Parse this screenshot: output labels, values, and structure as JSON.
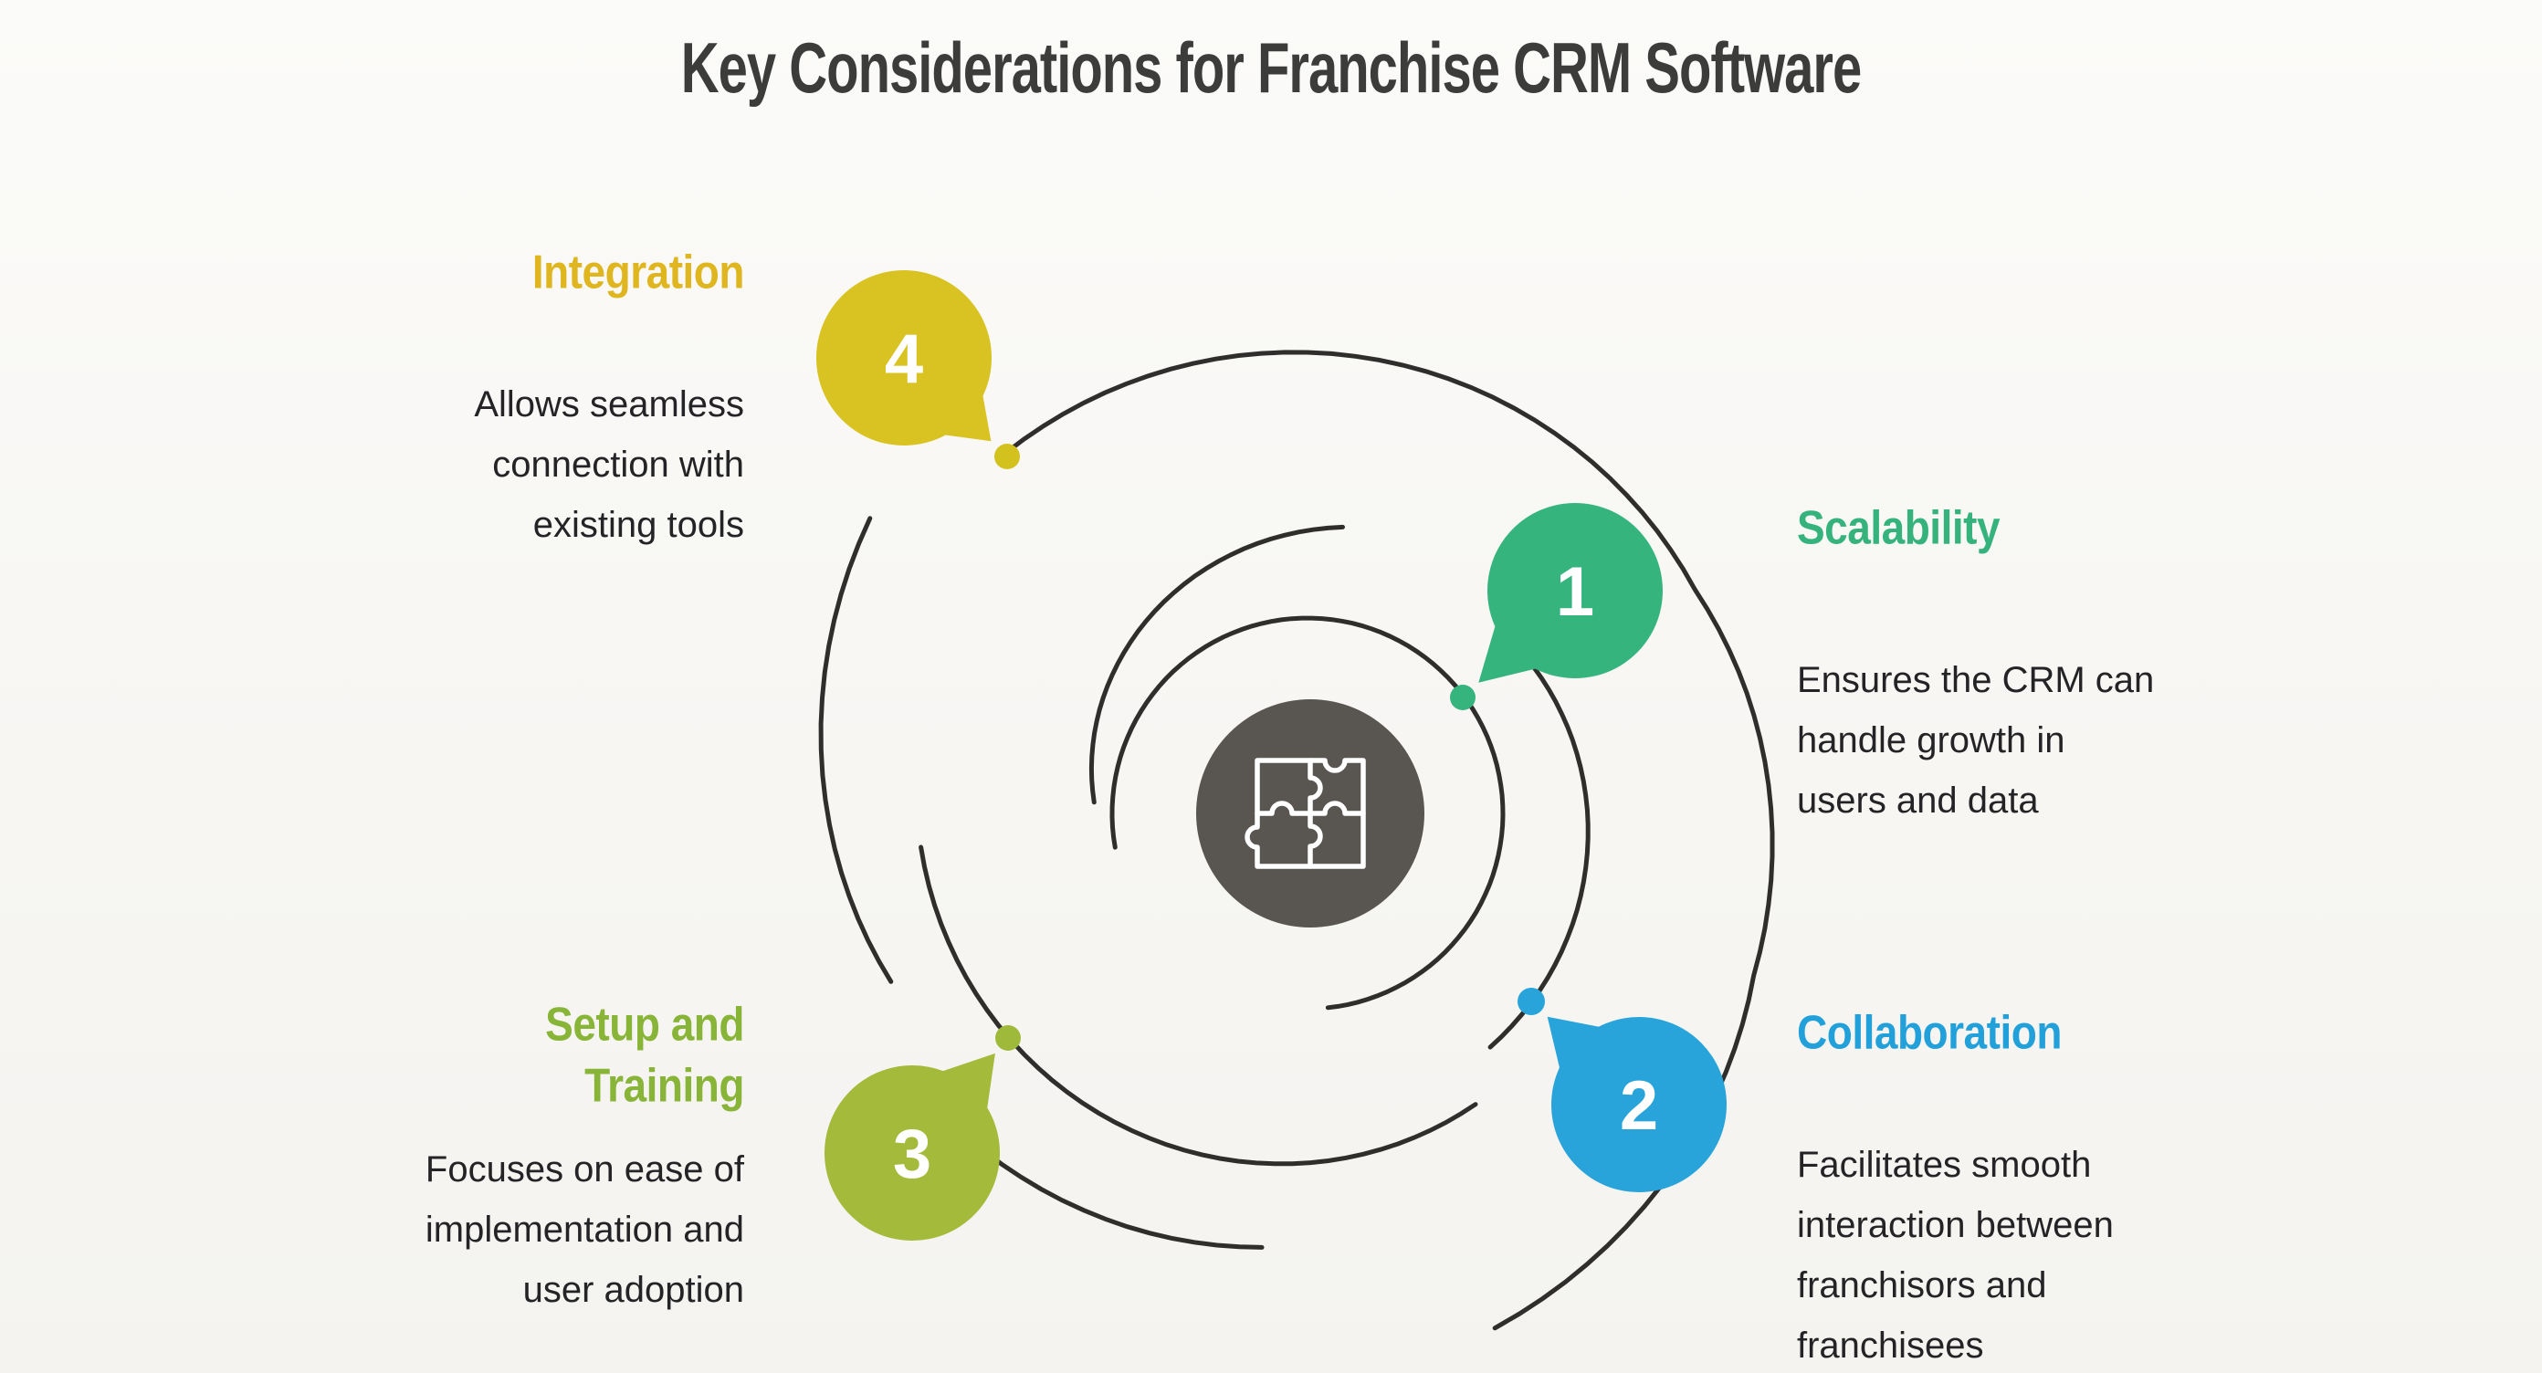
{
  "title": {
    "text": "Key Considerations for Franchise CRM Software",
    "color": "#3c3c3a"
  },
  "center": {
    "icon": "puzzle-icon",
    "circle_color": "#595551",
    "icon_color": "#ffffff"
  },
  "spiral": {
    "line_color": "#2f2e2c"
  },
  "text_color": "#242427",
  "items": [
    {
      "number": "1",
      "heading": "Scalability",
      "heading_color": "#36b37d",
      "body": "Ensures the CRM can\nhandle growth in\nusers and data",
      "bubble_color": "#36b47e",
      "dot_color": "#36b47e"
    },
    {
      "number": "2",
      "heading": "Collaboration",
      "heading_color": "#22a0d9",
      "body": "Facilitates smooth\ninteraction between\nfranchisors and\nfranchisees",
      "bubble_color": "#28a4da",
      "dot_color": "#28a4da"
    },
    {
      "number": "3",
      "heading": "Setup and\nTraining",
      "heading_color": "#88b438",
      "body": "Focuses on ease of\nimplementation and\nuser adoption",
      "bubble_color": "#a4ba3b",
      "dot_color": "#9fba3a"
    },
    {
      "number": "4",
      "heading": "Integration",
      "heading_color": "#dfb61f",
      "body": "Allows seamless\nconnection with\nexisting tools",
      "bubble_color": "#d9c322",
      "dot_color": "#d3c11d"
    }
  ]
}
